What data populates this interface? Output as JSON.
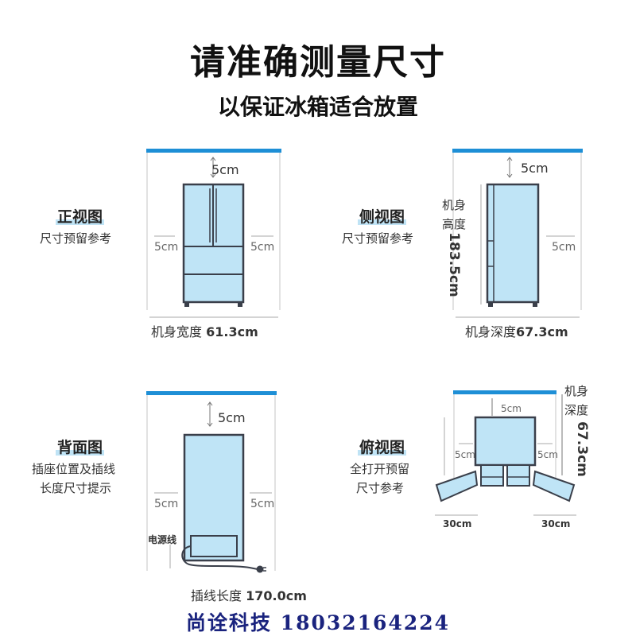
{
  "header": {
    "title": "请准确测量尺寸",
    "subtitle": "以保证冰箱适合放置"
  },
  "front_view": {
    "title": "正视图",
    "desc": "尺寸预留参考",
    "top_gap": "5cm",
    "left_gap": "5cm",
    "right_gap": "5cm",
    "width_label": "机身宽度",
    "width_value": "61.3cm"
  },
  "side_view": {
    "title": "侧视图",
    "desc": "尺寸预留参考",
    "top_gap": "5cm",
    "right_gap": "5cm",
    "height_label_1": "机身",
    "height_label_2": "高度",
    "height_value": "183.5cm",
    "depth_label": "机身深度",
    "depth_value": "67.3cm"
  },
  "back_view": {
    "title": "背面图",
    "desc_1": "插座位置及插线",
    "desc_2": "长度尺寸提示",
    "top_gap": "5cm",
    "left_gap": "5cm",
    "right_gap": "5cm",
    "cord_tag": "电源线",
    "cord_label": "插线长度",
    "cord_value": "170.0cm"
  },
  "top_view": {
    "title": "俯视图",
    "desc_1": "全打开预留",
    "desc_2": "尺寸参考",
    "top_gap": "5cm",
    "left_gap": "5cm",
    "right_gap": "5cm",
    "depth_label_1": "机身",
    "depth_label_2": "深度",
    "depth_value": "67.3cm",
    "door_left": "30cm",
    "door_right": "30cm"
  },
  "footer": {
    "text": "尚诠科技 18032164224"
  },
  "colors": {
    "accent_bar": "#1e8fd6",
    "fridge_fill": "#bfe4f6",
    "fridge_stroke": "#3a3f4a",
    "guide_line": "#b9b9b9"
  }
}
